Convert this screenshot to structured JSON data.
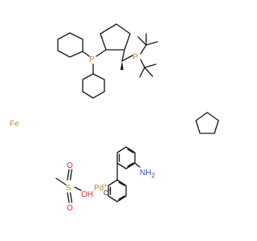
{
  "atoms": {
    "p1": "P",
    "p2": "P",
    "fe": "Fe",
    "pd": "Pd",
    "pd_charge": "+",
    "s": "S",
    "o_top": "O",
    "o_bottom": "O",
    "oh": "OH",
    "nh2": "NH",
    "nh2_sub": "2",
    "c_anion": "C",
    "c_charge": "-"
  },
  "colors": {
    "bond": "#1a1a1a",
    "phosphorus": "#c8822a",
    "iron": "#c8822a",
    "palladium": "#c8822a",
    "sulfur": "#b8a01e",
    "oxygen": "#e53030",
    "nitrogen": "#3050d8"
  }
}
